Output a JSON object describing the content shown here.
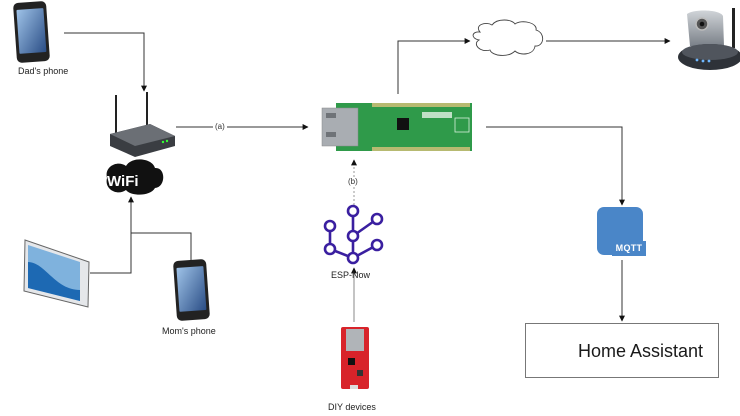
{
  "diagram": {
    "nodes": {
      "dads_phone": {
        "label": "Dad's phone"
      },
      "router": {
        "label": "",
        "badge": "WiFi"
      },
      "tablet": {
        "label": ""
      },
      "moms_phone": {
        "label": "Mom's phone"
      },
      "ethernet_board": {
        "label": ""
      },
      "cloud": {
        "label": ""
      },
      "ip_camera": {
        "label": ""
      },
      "esp_now": {
        "label": "ESP-Now"
      },
      "diy_devices": {
        "label": "DIY devices"
      },
      "mqtt": {
        "label": "MQTT"
      },
      "home_assistant": {
        "label": "Home Assistant"
      }
    },
    "edges": {
      "a": {
        "label": "(a)"
      },
      "b": {
        "label": "(b)"
      }
    },
    "colors": {
      "esp_now": "#3a1fa0",
      "mqtt": "#4a86c8",
      "home_assistant": "#18bcf2",
      "board": "#2f9a4a"
    }
  }
}
